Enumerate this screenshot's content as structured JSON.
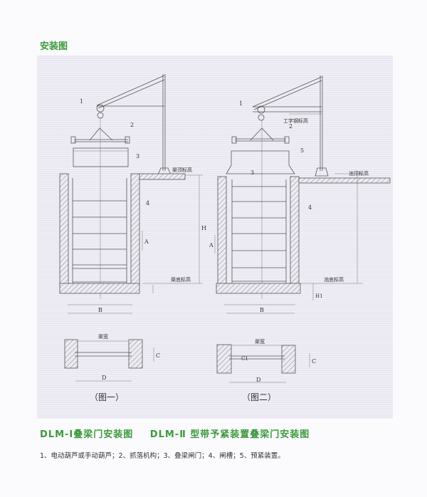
{
  "page_title": "安装图",
  "figure1": {
    "callouts": [
      "1",
      "2",
      "3",
      "4"
    ],
    "top_level_label": "渠顶标高",
    "bottom_level_label": "渠底标高",
    "dim_H": "H",
    "dim_A": "A",
    "dim_B": "B",
    "plan_width_label": "渠宽",
    "dim_C": "C",
    "dim_D": "D",
    "figure_label": "（图一）"
  },
  "figure2": {
    "callouts": [
      "1",
      "2",
      "3",
      "4",
      "5"
    ],
    "beam_level_label": "工字钢标高",
    "top_level_label": "池顶标高",
    "bottom_level_label": "池底标高",
    "dim_H1": "H1",
    "dim_A": "A",
    "dim_B": "B",
    "plan_width_label": "渠宽",
    "dim_C": "C",
    "dim_C1": "C1",
    "dim_D": "D",
    "figure_label": "（图二）"
  },
  "caption": {
    "left": "DLM-Ⅰ叠梁门安装图",
    "right": "DLM-Ⅱ 型带予紧装置叠梁门安装图"
  },
  "notes": "1、电动葫芦或手动葫芦；2、抓落机构；3、叠梁闸门；4、闸槽；5、预紧装置。",
  "colors": {
    "accent_green": "#3c9a3c",
    "panel_bg": "#e9e8f2"
  }
}
